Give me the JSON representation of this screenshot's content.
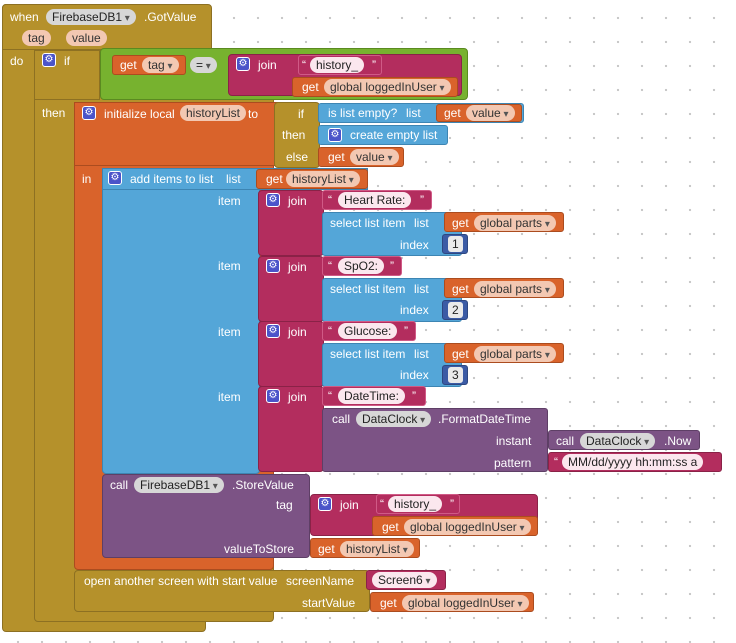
{
  "event": {
    "when": "when",
    "component": "FirebaseDB1",
    "event_name": ".GotValue",
    "param_tag": "tag",
    "param_value": "value",
    "do": "do"
  },
  "if_block": {
    "if": "if",
    "then": "then",
    "get": "get",
    "tag_var": "tag",
    "op": "=",
    "join": "join",
    "history_prefix": "history_",
    "global_logged": "global loggedInUser"
  },
  "init_local": {
    "label": "initialize local",
    "var_name": "historyList",
    "to": "to",
    "in": "in"
  },
  "ternary": {
    "if": "if",
    "then": "then",
    "else": "else",
    "is_empty": "is list empty?",
    "list": "list",
    "get": "get",
    "value_var": "value",
    "create_empty": "create empty list"
  },
  "add_items": {
    "label": "add items to list",
    "list": "list",
    "get": "get",
    "list_var": "historyList",
    "item": "item",
    "join": "join",
    "select": "select list item",
    "index": "index",
    "parts_var": "global parts",
    "heart": "Heart Rate:",
    "spo2": "SpO2:",
    "glucose": "Glucose:",
    "datetime": "DateTime:",
    "idx1": "1",
    "idx2": "2",
    "idx3": "3",
    "call": "call",
    "clock": "DataClock",
    "format": ".FormatDateTime",
    "instant": "instant",
    "now": ".Now",
    "pattern": "pattern",
    "pattern_value": "MM/dd/yyyy hh:mm:ss a"
  },
  "store": {
    "call": "call",
    "component": "FirebaseDB1",
    "method": ".StoreValue",
    "tag": "tag",
    "join": "join",
    "history_prefix": "history_",
    "get": "get",
    "global_logged": "global loggedInUser",
    "value_to_store": "valueToStore",
    "list_var": "historyList"
  },
  "open_screen": {
    "label": "open another screen with start value",
    "screen_name": "screenName",
    "screen_value": "Screen6",
    "start_value": "startValue",
    "get": "get",
    "global_logged": "global loggedInUser"
  }
}
